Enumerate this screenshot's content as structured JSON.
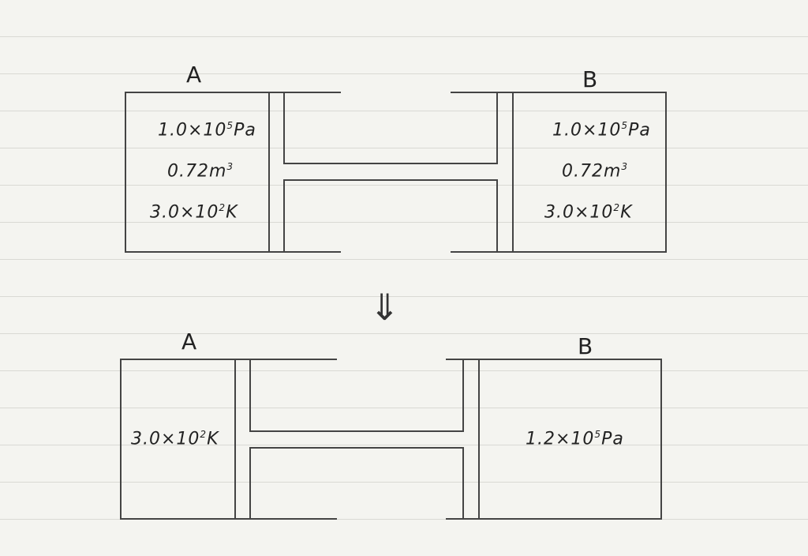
{
  "top": {
    "A": {
      "name": "A",
      "pressure": {
        "base": "1.0×10",
        "exp": "5",
        "unit": "Pa"
      },
      "volume": {
        "base": "0.72m",
        "exp": "3"
      },
      "temperature": {
        "base": "3.0×10",
        "exp": "2",
        "unit": "K"
      }
    },
    "B": {
      "name": "B",
      "pressure": {
        "base": "1.0×10",
        "exp": "5",
        "unit": "Pa"
      },
      "volume": {
        "base": "0.72m",
        "exp": "3"
      },
      "temperature": {
        "base": "3.0×10",
        "exp": "2",
        "unit": "K"
      }
    }
  },
  "arrow": "⇓",
  "bottom": {
    "A": {
      "name": "A",
      "temperature": {
        "base": "3.0×10",
        "exp": "2",
        "unit": "K"
      }
    },
    "B": {
      "name": "B",
      "pressure": {
        "base": "1.2×10",
        "exp": "5",
        "unit": "Pa"
      }
    }
  }
}
